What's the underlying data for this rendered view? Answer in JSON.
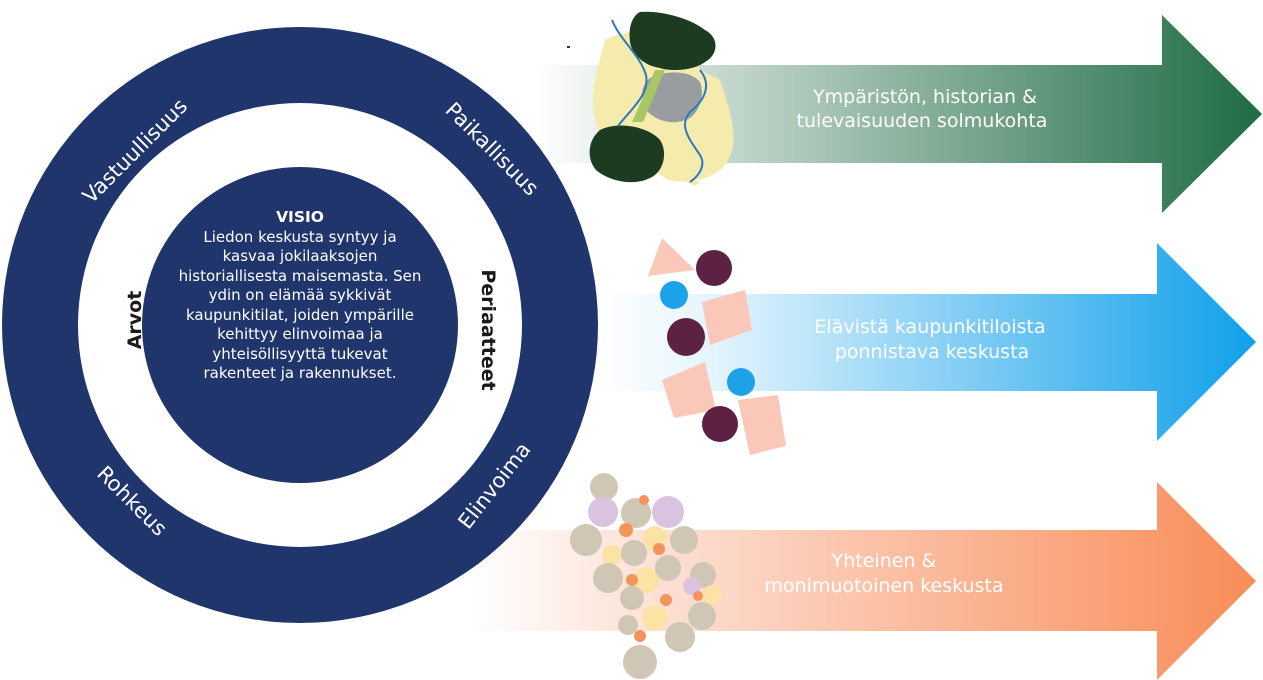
{
  "colors": {
    "ring": "#1f356b",
    "white": "#ffffff",
    "arrow1_start": "#d7e3dc",
    "arrow1_end": "#1e6b44",
    "arrow2_start": "#e4f4fd",
    "arrow2_end": "#10a0ea",
    "arrow3_start": "#fde7de",
    "arrow3_end": "#f98c58",
    "forest": "#1c3b21",
    "field": "#f5ebad",
    "river": "#2b79c2",
    "road": "#a9c667",
    "plum": "#5c2143",
    "peach": "#f9c8b8",
    "sky": "#1da2ea",
    "pebble": "#cfc6b5",
    "lavender": "#d9c3e1",
    "orange_dot": "#f4945a",
    "yellow_dot": "#fde2a6"
  },
  "ring_words": {
    "top_left": "Vastuullisuus",
    "top_right": "Paikallisuus",
    "bottom_left": "Rohkeus",
    "bottom_right": "Elinvoima"
  },
  "side_words": {
    "left": "Arvot",
    "right": "Periaatteet"
  },
  "vision": {
    "title": "VISIO",
    "lines": [
      "Liedon keskusta syntyy ja",
      "kasvaa jokilaaksojen",
      "historiallisesta maisemasta. Sen",
      "ydin on elämää sykkivät",
      "kaupunkitilat, joiden ympärille",
      "kehittyy elinvoimaa ja",
      "yhteisöllisyyttä tukevat",
      "rakenteet ja rakennukset."
    ]
  },
  "arrows": [
    {
      "line1": "Ympäristön, historian &",
      "line2": "tulevaisuuden solmukohta"
    },
    {
      "line1": "Elävistä kaupunkitiloista",
      "line2": "ponnistava keskusta"
    },
    {
      "line1": "Yhteinen &",
      "line2": "monimuotoinen keskusta"
    }
  ]
}
